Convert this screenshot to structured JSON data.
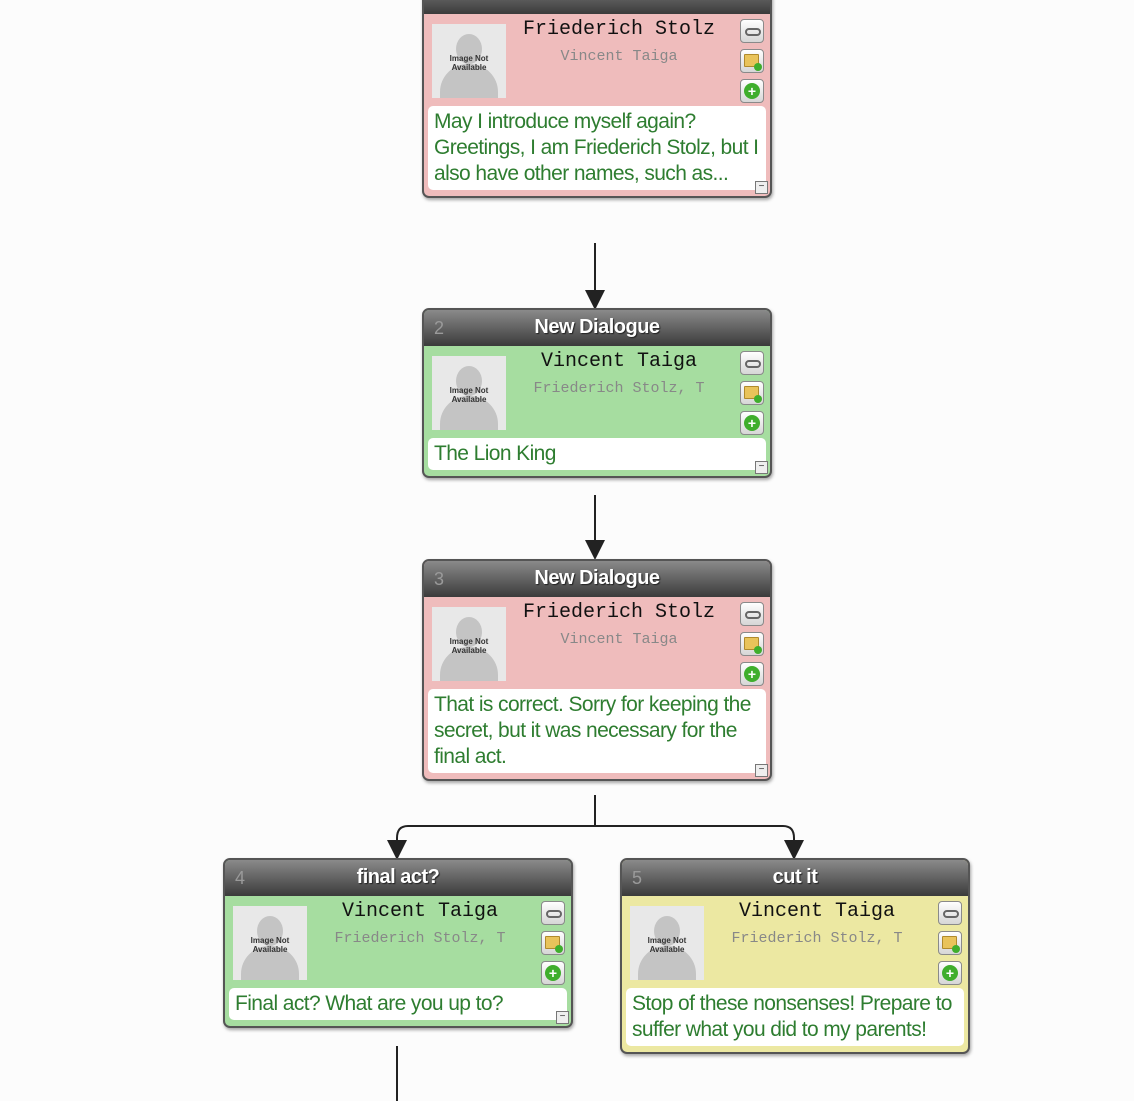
{
  "nodes": [
    {
      "number": "",
      "title": "",
      "speaker": "Friederich Stolz",
      "listener": "Vincent Taiga",
      "image_placeholder": "Image Not Available",
      "text": "May I introduce myself again? Greetings, I am Friederich Stolz, but I also have other names, such as...",
      "color": "#efbcbc"
    },
    {
      "number": "2",
      "title": "New Dialogue",
      "speaker": "Vincent Taiga",
      "listener": "Friederich Stolz, T",
      "image_placeholder": "Image Not Available",
      "text": "The Lion King",
      "color": "#a6dda0"
    },
    {
      "number": "3",
      "title": "New Dialogue",
      "speaker": "Friederich Stolz",
      "listener": "Vincent Taiga",
      "image_placeholder": "Image Not Available",
      "text": "That is correct. Sorry for keeping the secret, but it was necessary for the final act.",
      "color": "#efbcbc"
    },
    {
      "number": "4",
      "title": "final act?",
      "speaker": "Vincent Taiga",
      "listener": "Friederich Stolz, T",
      "image_placeholder": "Image Not Available",
      "text": "Final act? What are you up to?",
      "color": "#a6dda0"
    },
    {
      "number": "5",
      "title": "cut it",
      "speaker": "Vincent Taiga",
      "listener": "Friederich Stolz, T",
      "image_placeholder": "Image Not Available",
      "text": "Stop of these nonsenses! Prepare to suffer what you did to my parents!",
      "color": "#ece8a2"
    }
  ],
  "icons": {
    "link": "link-icon",
    "folder_add": "folder-add-icon",
    "add": "add-icon",
    "collapse": "collapse-icon"
  }
}
